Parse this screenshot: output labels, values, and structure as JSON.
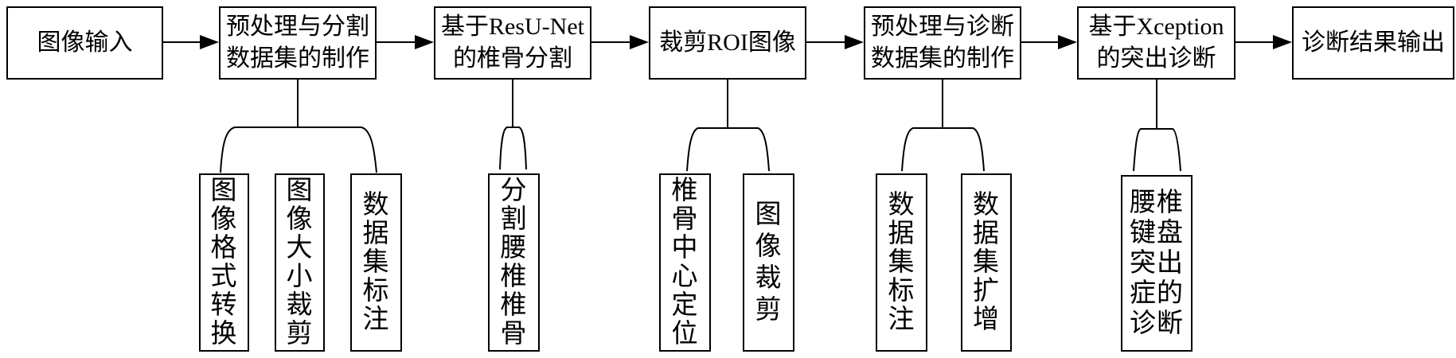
{
  "colors": {
    "background": "#ffffff",
    "box_border": "#000000",
    "line": "#000000",
    "text": "#000000"
  },
  "top_row": [
    {
      "label": "图像输入"
    },
    {
      "label": "预处理与分割\n数据集的制作"
    },
    {
      "label": "基于ResU-Net\n的椎骨分割"
    },
    {
      "label": "裁剪ROI图像"
    },
    {
      "label": "预处理与诊断\n数据集的制作"
    },
    {
      "label": "基于Xception\n的突出诊断"
    },
    {
      "label": "诊断结果输出"
    }
  ],
  "sub_row": [
    {
      "label": "图像格式转换",
      "parent": "预处理与分割数据集的制作"
    },
    {
      "label": "图像大小裁剪",
      "parent": "预处理与分割数据集的制作"
    },
    {
      "label": "数据集标注",
      "parent": "预处理与分割数据集的制作"
    },
    {
      "label": "分割腰椎椎骨",
      "parent": "基于ResU-Net的椎骨分割"
    },
    {
      "label": "椎骨中心定位",
      "parent": "裁剪ROI图像"
    },
    {
      "label": "图像裁剪",
      "parent": "裁剪ROI图像"
    },
    {
      "label": "数据集标注",
      "parent": "预处理与诊断数据集的制作"
    },
    {
      "label": "数据集扩增",
      "parent": "预处理与诊断数据集的制作"
    },
    {
      "label": "腰椎键盘突出症的诊断",
      "parent": "基于Xception的突出诊断"
    }
  ],
  "flow_order": [
    "图像输入",
    "预处理与分割数据集的制作",
    "基于ResU-Net的椎骨分割",
    "裁剪ROI图像",
    "预处理与诊断数据集的制作",
    "基于Xception的突出诊断",
    "诊断结果输出"
  ]
}
